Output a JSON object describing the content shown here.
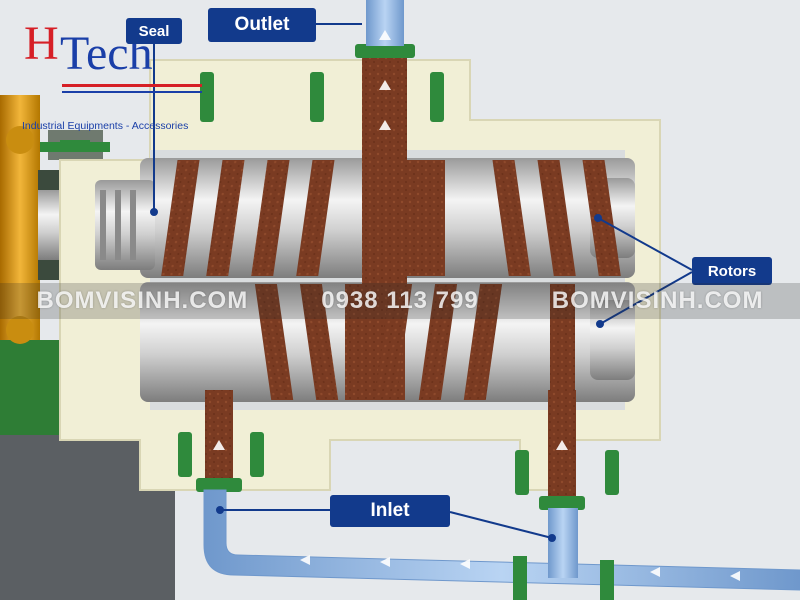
{
  "logo": {
    "letter_h": "H",
    "word_tech": "Tech",
    "tagline": "Industrial Equipments - Accessories"
  },
  "labels": {
    "seal": "Seal",
    "outlet": "Outlet",
    "rotors": "Rotors",
    "inlet": "Inlet"
  },
  "watermark": {
    "left": "BOMVISINH.COM",
    "phone": "0938 113 799",
    "right": "BOMVISINH.COM"
  },
  "colors": {
    "callout_fill": "#123a8c",
    "housing": "#f1efd6",
    "fluid": "#7a3b22",
    "pipe": "#8fb6e6",
    "flange": "#2f8a3c",
    "motor": "#e0a020"
  }
}
